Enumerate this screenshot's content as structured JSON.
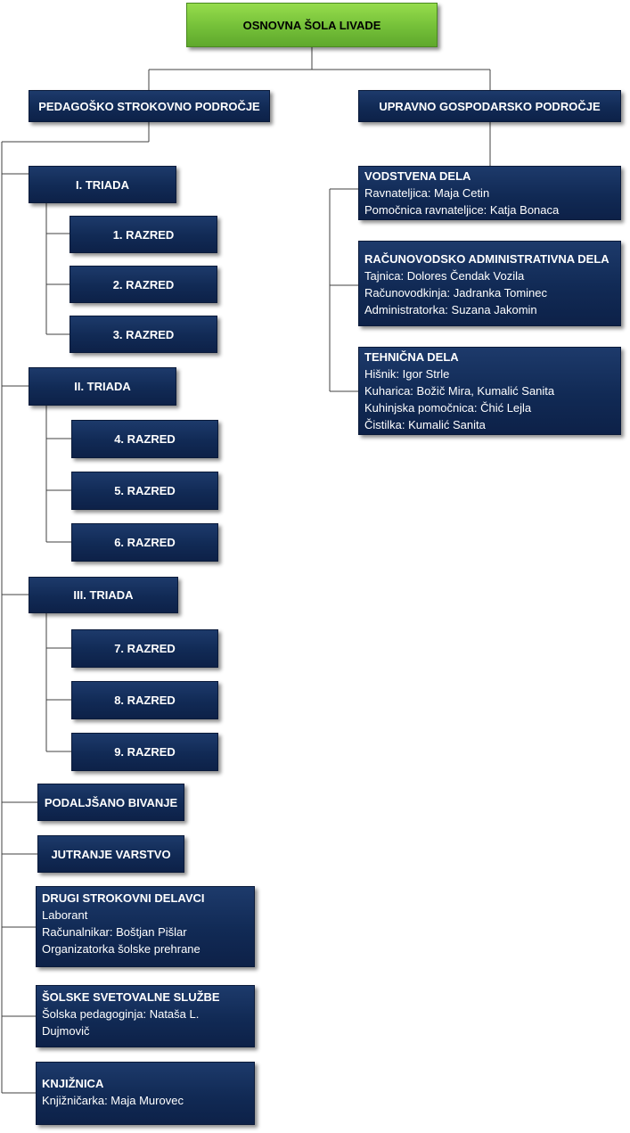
{
  "root": {
    "label": "OSNOVNA ŠOLA LIVADE"
  },
  "pedagosko": {
    "label": "PEDAGOŠKO STROKOVNO PODROČJE",
    "triade": [
      {
        "label": "I. TRIADA",
        "razredi": [
          "1. RAZRED",
          "2. RAZRED",
          "3. RAZRED"
        ]
      },
      {
        "label": "II. TRIADA",
        "razredi": [
          "4. RAZRED",
          "5. RAZRED",
          "6. RAZRED"
        ]
      },
      {
        "label": "III. TRIADA",
        "razredi": [
          "7. RAZRED",
          "8. RAZRED",
          "9. RAZRED"
        ]
      }
    ],
    "podaljsano": "PODALJŠANO BIVANJE",
    "jutranje": "JUTRANJE VARSTVO",
    "drugi": {
      "title": "DRUGI STROKOVNI DELAVCI",
      "lines": [
        "Laborant",
        "Računalnikar: Boštjan Pišlar",
        "Organizatorka šolske prehrane"
      ]
    },
    "svetovalne": {
      "title": "ŠOLSKE SVETOVALNE SLUŽBE",
      "lines": [
        "Šolska pedagoginja: Nataša L.",
        "Dujmovič"
      ]
    },
    "knjiznica": {
      "title": "KNJIŽNICA",
      "lines": [
        "Knjižničarka: Maja Murovec"
      ]
    }
  },
  "upravno": {
    "label": "UPRAVNO GOSPODARSKO PODROČJE",
    "vodstvena": {
      "title": "VODSTVENA DELA",
      "lines": [
        "Ravnateljica: Maja Cetin",
        "Pomočnica ravnateljice: Katja Bonaca"
      ]
    },
    "racunovodsko": {
      "title": "RAČUNOVODSKO ADMINISTRATIVNA DELA",
      "lines": [
        "Tajnica: Dolores Čendak Vozila",
        "Računovodkinja: Jadranka Tominec",
        "Administratorka: Suzana Jakomin"
      ]
    },
    "tehnicna": {
      "title": "TEHNIČNA DELA",
      "lines": [
        "Hišnik: Igor Strle",
        "Kuharica: Božič Mira, Kumalić Sanita",
        "Kuhinjska pomočnica: Čhić Lejla",
        "Čistilka: Kumalić Sanita"
      ]
    }
  },
  "colors": {
    "box_fill": "#13295a",
    "root_fill": "#77c23a",
    "connector": "#404040"
  }
}
